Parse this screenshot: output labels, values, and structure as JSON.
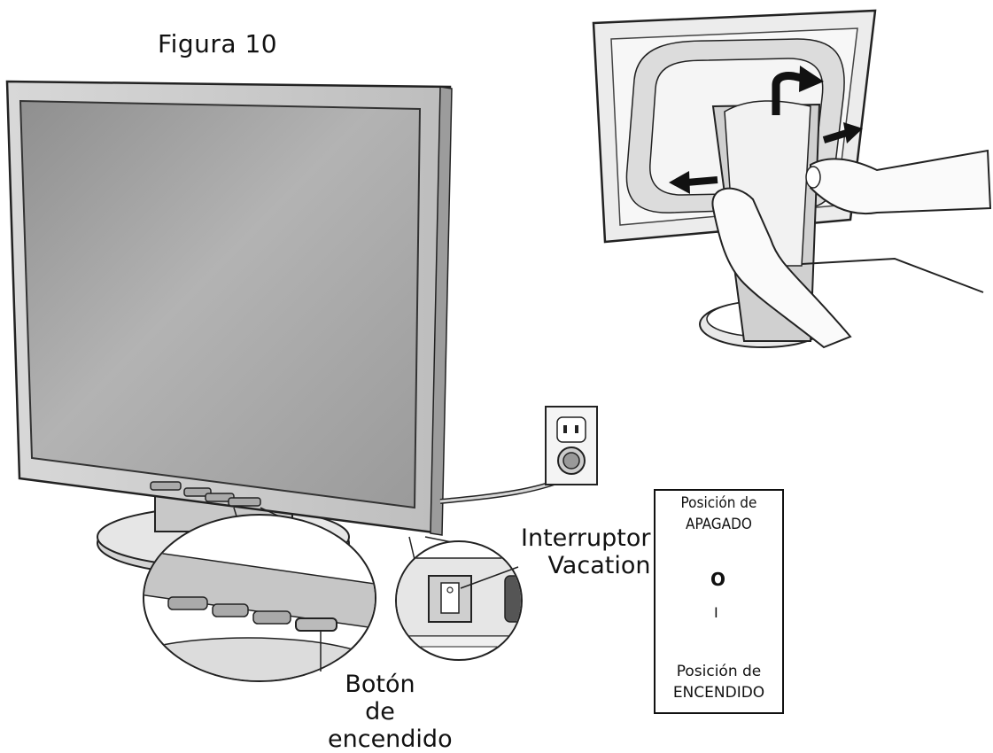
{
  "figure": {
    "title": "Figura 10"
  },
  "labels": {
    "vacation_switch": [
      "Interruptor",
      "Vacation"
    ],
    "power_button": [
      "Botón de",
      "encendido"
    ]
  },
  "switch_legend": {
    "off_position": [
      "Posición de",
      "APAGADO"
    ],
    "on_position": [
      "Posición de",
      "ENCENDIDO"
    ],
    "off_symbol": "O",
    "on_symbol": "I"
  }
}
